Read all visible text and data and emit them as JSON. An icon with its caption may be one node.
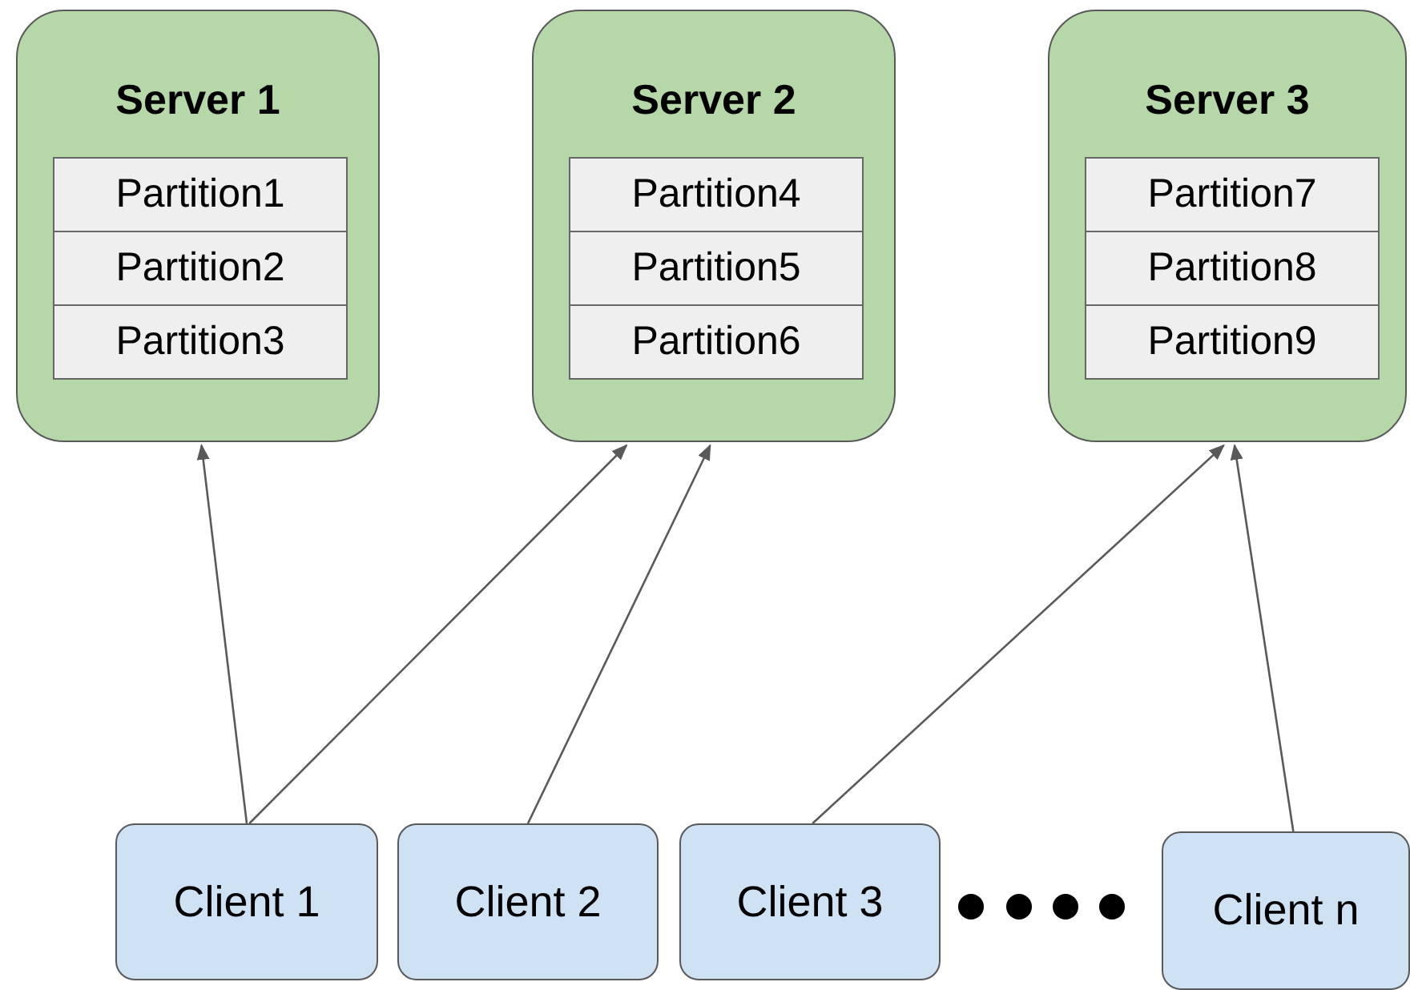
{
  "diagram": {
    "nodes": [
      {
        "text": [
          "Server 1"
        ]
      },
      {
        "text": [
          "Partition1"
        ],
        "in": 0
      },
      {
        "text": [
          "Partition2"
        ],
        "in": 0
      },
      {
        "text": [
          "Partition3"
        ],
        "in": 0
      },
      {
        "text": [
          "Server 2"
        ]
      },
      {
        "text": [
          "Partition4"
        ],
        "in": 4
      },
      {
        "text": [
          "Partition5"
        ],
        "in": 4
      },
      {
        "text": [
          "Partition6"
        ],
        "in": 4
      },
      {
        "text": [
          "Server 3"
        ]
      },
      {
        "text": [
          "Partition7"
        ],
        "in": 8
      },
      {
        "text": [
          "Partition8"
        ],
        "in": 8
      },
      {
        "text": [
          "Partition9"
        ],
        "in": 8
      },
      {
        "text": [
          "Client 1"
        ]
      },
      {
        "text": [
          "Client 2"
        ]
      },
      {
        "text": [
          "Client 3"
        ]
      },
      {
        "text": [
          "Client n"
        ]
      }
    ],
    "edges": [
      {
        "from": 12,
        "to": 0,
        "arrow": "to"
      },
      {
        "from": 12,
        "to": 4,
        "arrow": "to"
      },
      {
        "from": 13,
        "to": 4,
        "arrow": "to"
      },
      {
        "from": 14,
        "to": 8,
        "arrow": "to"
      },
      {
        "from": 15,
        "to": 8,
        "arrow": "to"
      }
    ]
  }
}
